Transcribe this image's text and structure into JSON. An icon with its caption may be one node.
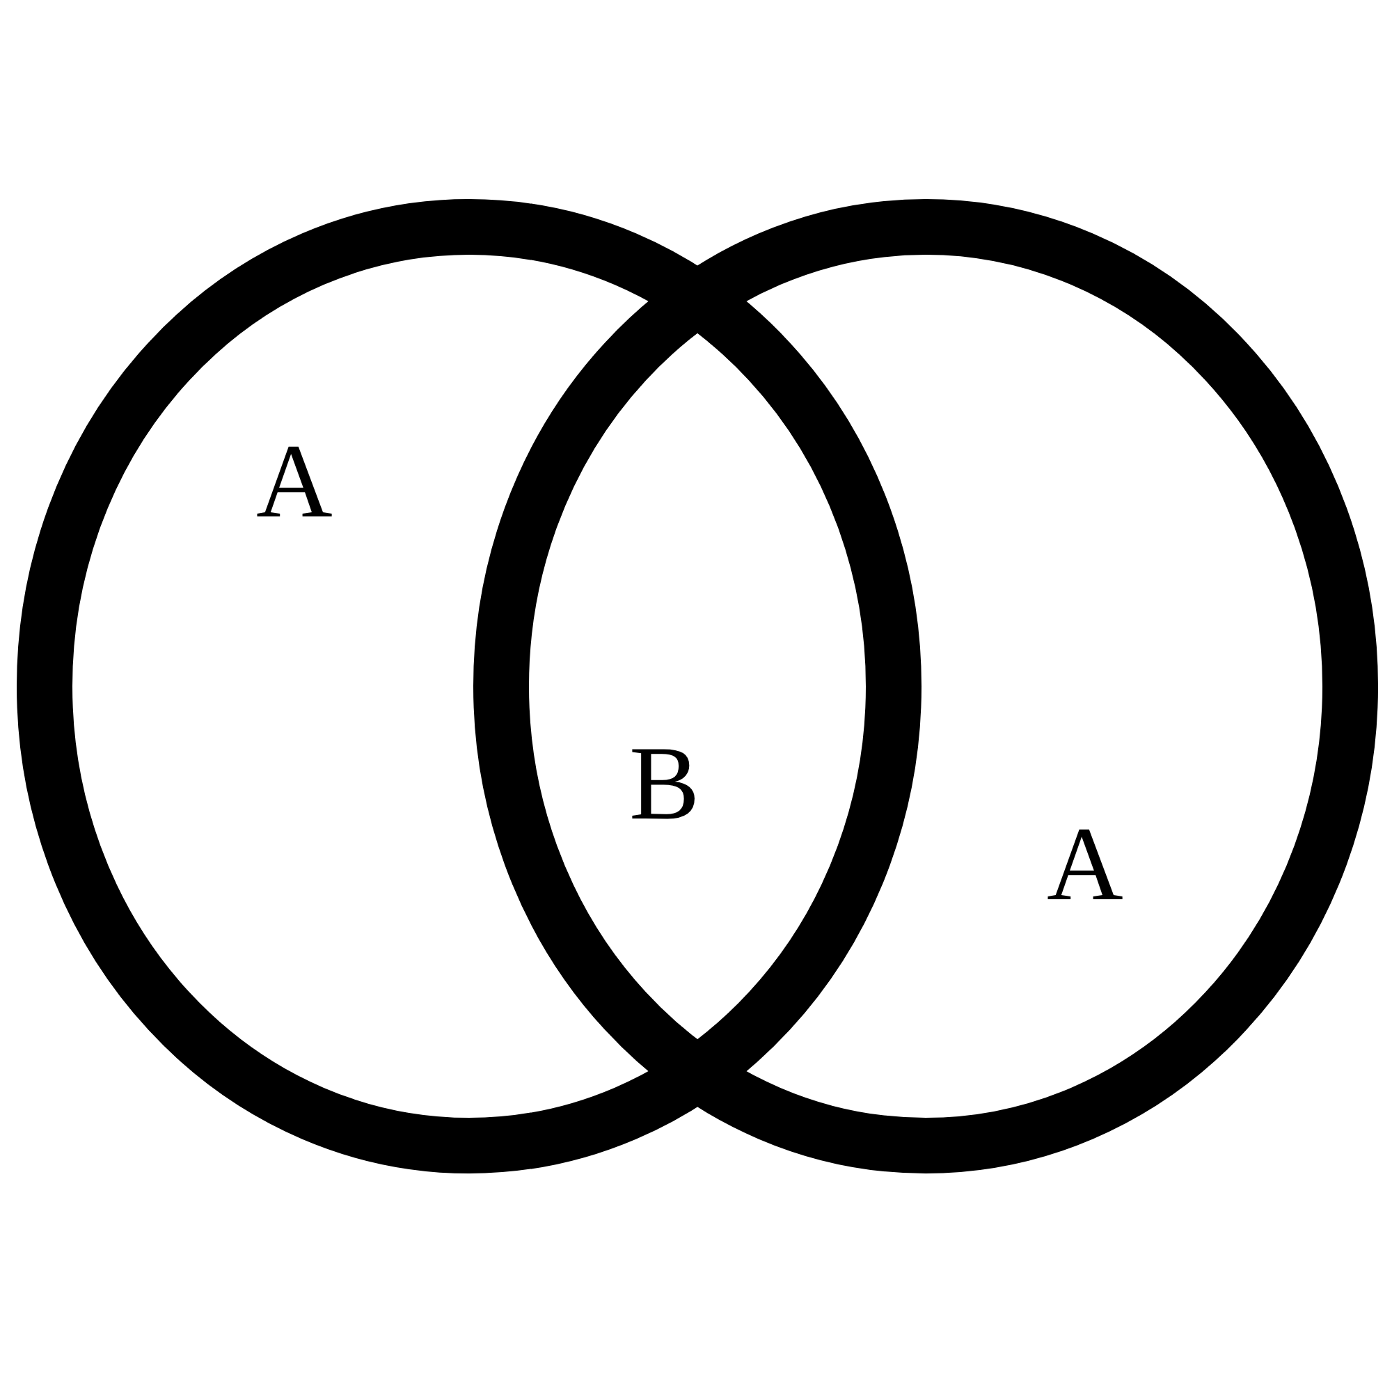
{
  "diagram": {
    "nodes": [
      {
        "text": [
          "A"
        ]
      },
      {
        "text": [
          "A"
        ]
      }
    ],
    "labels": [
      "B"
    ]
  }
}
